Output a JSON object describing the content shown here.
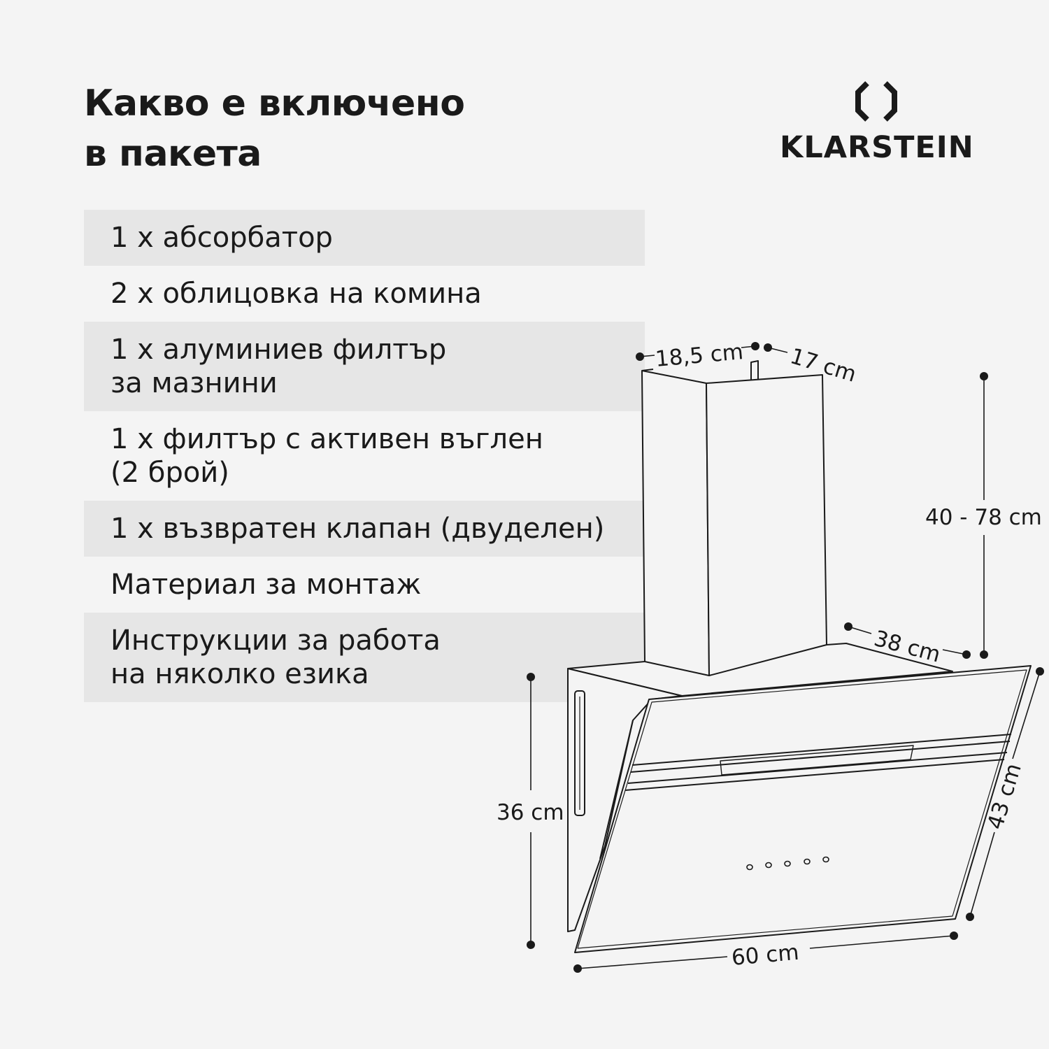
{
  "header": {
    "title_line1": "Какво е включено",
    "title_line2": "в пакета"
  },
  "brand": {
    "name": "KLARSTEIN",
    "logo_icon": "klarstein-diamond-logo"
  },
  "package_items": [
    {
      "lines": [
        "1 x абсорбатор"
      ]
    },
    {
      "lines": [
        "2 x облицовка на комина"
      ]
    },
    {
      "lines": [
        "1 x алуминиев филтър",
        "за мазнини"
      ]
    },
    {
      "lines": [
        "1 x филтър с активен въглен",
        "(2 брой)"
      ]
    },
    {
      "lines": [
        "1 x възвратен клапан (двуделен)"
      ]
    },
    {
      "lines": [
        "Материал за монтаж"
      ]
    },
    {
      "lines": [
        "Инструкции за работа",
        "на няколко езика"
      ]
    }
  ],
  "dimensions": {
    "chimney_width": "18,5 cm",
    "chimney_depth": "17 cm",
    "chimney_height": "40 - 78 cm",
    "hood_depth": "38 cm",
    "hood_height": "36 cm",
    "panel_height": "43 cm",
    "hood_width": "60 cm"
  }
}
